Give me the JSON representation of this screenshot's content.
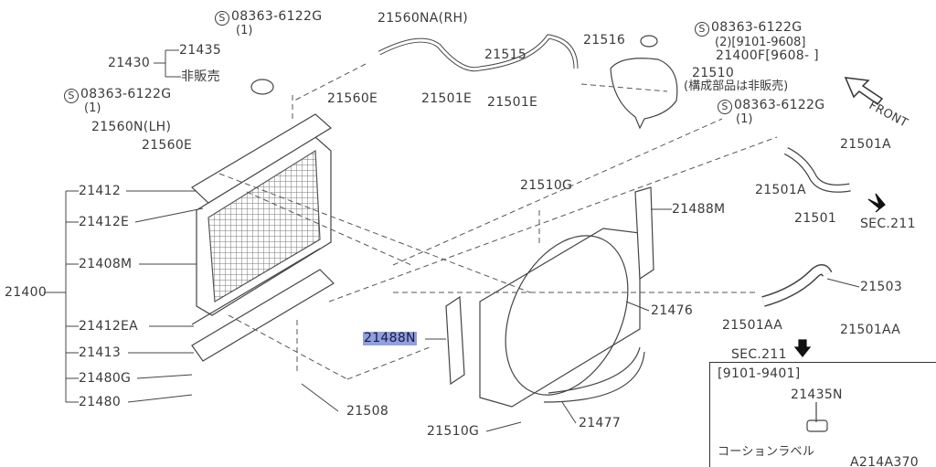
{
  "diagram_code": "A214A370",
  "front_label": "FRONT",
  "screw_symbol": "S",
  "labels": {
    "bolt_top": "08363-6122G",
    "bolt_top_qty": "(1)",
    "bracket_rh": "21560NA(RH)",
    "cap_seal": "21435",
    "cap_assy": "21430",
    "not_sold": "非販売",
    "bolt_left": "08363-6122G",
    "bolt_left_qty": "(1)",
    "grommet_upper_r": "21560E",
    "clip_hose": "21501E",
    "bracket_lh": "21560N(LH)",
    "grommet_upper_l": "21560E",
    "overflow_hose": "21515",
    "tank_cap": "21516",
    "bolt_tank": "08363-6122G",
    "bolt_tank_qty": "(2)[9101-9608]",
    "tank_assy_note": "21400F[9608-     ]",
    "tank": "21510",
    "tank_note": "(構成部品は非販売)",
    "clip_tank": "21501E",
    "bolt_tank2": "08363-6122G",
    "bolt_tank2_qty": "(1)",
    "clamp_upper_1": "21501A",
    "clamp_upper_2": "21501A",
    "upper_hose": "21501",
    "sec_upper": "SEC.211",
    "tank_upper": "21412",
    "tank_upper_e": "21412E",
    "core": "21408M",
    "radiator_assy": "21400",
    "tank_lower_ea": "21412EA",
    "tank_lower": "21413",
    "mount_g": "21480G",
    "mount": "21480",
    "bolt_shroud_upper": "21510G",
    "seal_r": "21488M",
    "shroud": "21476",
    "lower_hose": "21503",
    "clamp_lower_1": "21501AA",
    "clamp_lower_2": "21501AA",
    "seal_l": "21488N",
    "sec_lower": "SEC.211",
    "drain_cock": "21508",
    "bolt_shroud_lower": "21510G",
    "shroud_lower": "21477"
  },
  "inset": {
    "date_range": "[9101-9401]",
    "part": "21435N",
    "caption": "コーションラベル"
  },
  "highlight_color": "#8f9fdf"
}
